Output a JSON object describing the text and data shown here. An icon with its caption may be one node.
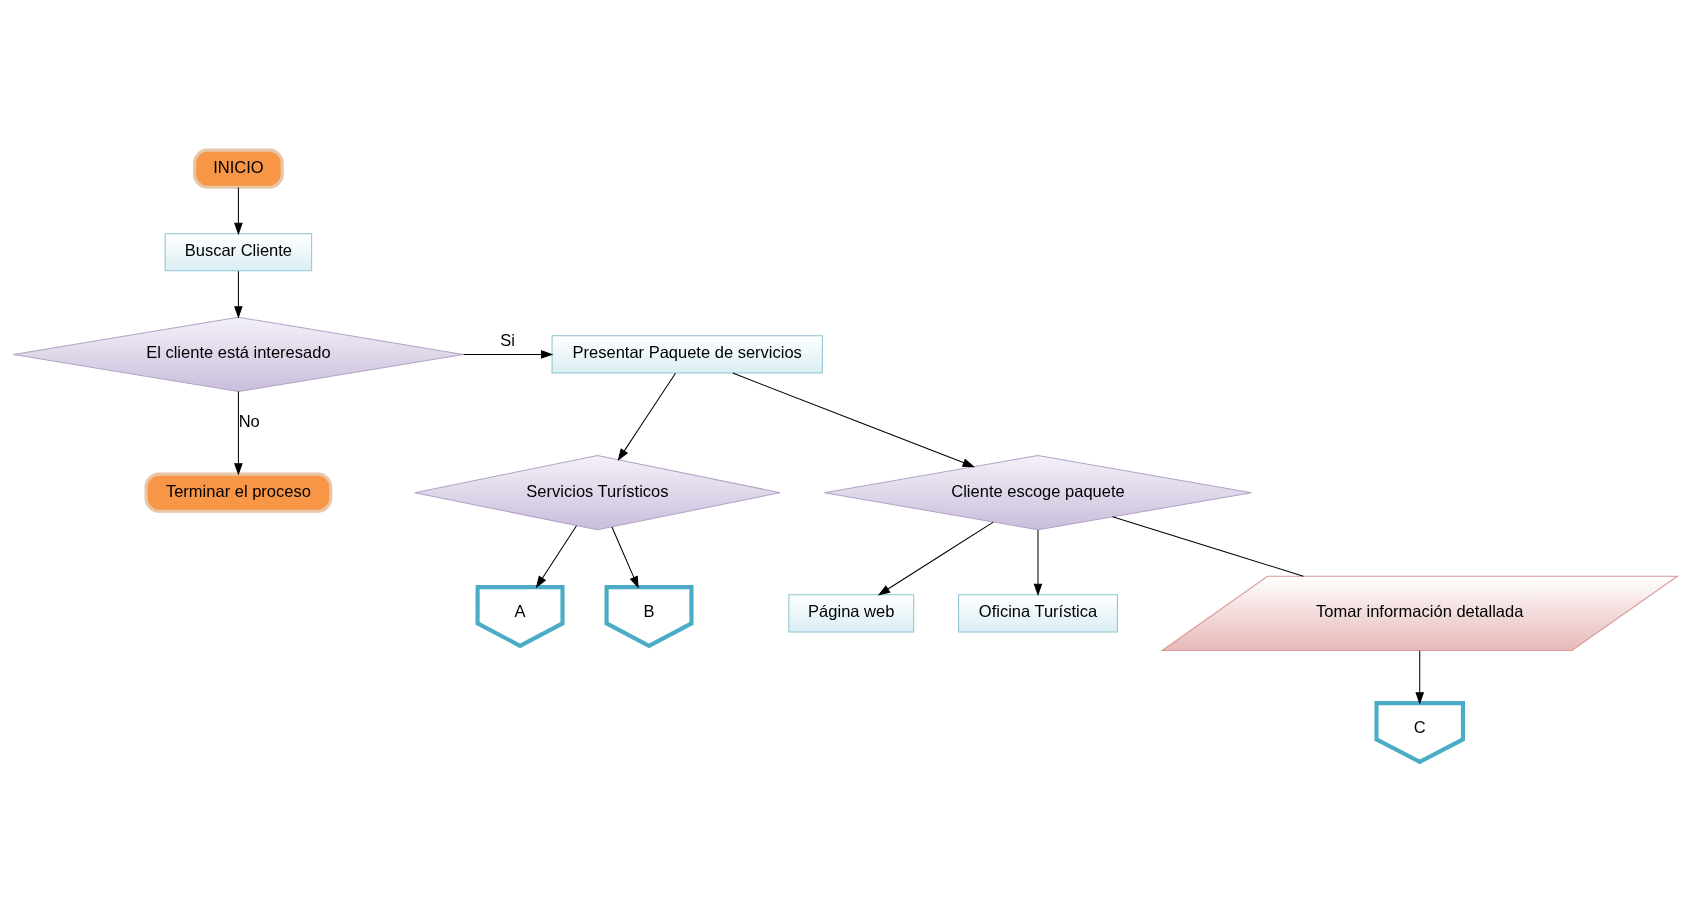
{
  "diagram": {
    "nodes": [
      {
        "text": [
          "INICIO"
        ]
      },
      {
        "text": [
          "Buscar Cliente"
        ]
      },
      {
        "text": [
          "El cliente está interesado"
        ]
      },
      {
        "text": [
          "Presentar Paquete de servicios"
        ]
      },
      {
        "text": [
          "Servicios Turísticos"
        ]
      },
      {
        "text": [
          "A"
        ]
      },
      {
        "text": [
          "B"
        ]
      },
      {
        "text": [
          "Cliente escoge paquete"
        ]
      },
      {
        "text": [
          "Página web"
        ]
      },
      {
        "text": [
          "Oficina Turística"
        ]
      },
      {
        "text": [
          "Tomar información detallada"
        ]
      },
      {
        "text": [
          "C"
        ]
      },
      {
        "text": [
          "Terminar el proceso"
        ]
      }
    ],
    "edges": [
      {
        "from": 0,
        "to": 1,
        "arrow": "to"
      },
      {
        "from": 1,
        "to": 2,
        "arrow": "to"
      },
      {
        "from": 2,
        "to": 3,
        "arrow": "to",
        "label": "Si"
      },
      {
        "from": 2,
        "to": 12,
        "arrow": "to",
        "label": "No"
      },
      {
        "from": 3,
        "to": 4,
        "arrow": "to"
      },
      {
        "from": 4,
        "to": 5,
        "arrow": "to"
      },
      {
        "from": 4,
        "to": 6,
        "arrow": "to"
      },
      {
        "from": 3,
        "to": 7,
        "arrow": "to"
      },
      {
        "from": 7,
        "to": 8,
        "arrow": "to"
      },
      {
        "from": 7,
        "to": 9,
        "arrow": "to"
      },
      {
        "from": 7,
        "to": 10,
        "arrow": "none"
      },
      {
        "from": 10,
        "to": 11,
        "arrow": "to"
      }
    ]
  }
}
